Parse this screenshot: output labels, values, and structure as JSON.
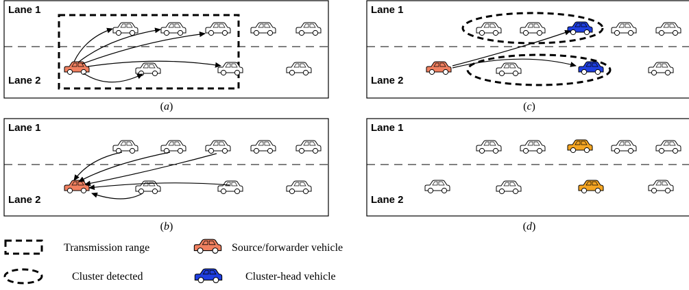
{
  "colors": {
    "plain_car": "#ffffff",
    "source_car": "#f08060",
    "orange_car": "#f5a623",
    "cluster_head_car": "#1f3fe0",
    "outline": "#000000"
  },
  "panels": {
    "a": {
      "lane1": "Lane 1",
      "lane2": "Lane 2",
      "caption_open": "(",
      "caption_letter": "a",
      "caption_close": ")"
    },
    "b": {
      "lane1": "Lane 1",
      "lane2": "Lane 2",
      "caption_open": "(",
      "caption_letter": "b",
      "caption_close": ")"
    },
    "c": {
      "lane1": "Lane 1",
      "lane2": "Lane 2",
      "caption_open": "(",
      "caption_letter": "c",
      "caption_close": ")"
    },
    "d": {
      "lane1": "Lane 1",
      "lane2": "Lane 2",
      "caption_open": "(",
      "caption_letter": "d",
      "caption_close": ")"
    }
  },
  "legend": {
    "transmission_range": "Transmission range",
    "source_vehicle": "Source/forwarder vehicle",
    "cluster_detected": "Cluster detected",
    "cluster_head": "Cluster-head vehicle"
  }
}
